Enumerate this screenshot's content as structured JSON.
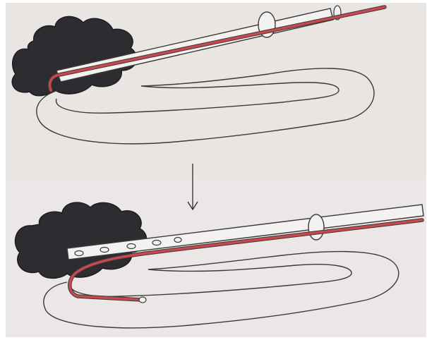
{
  "figure": {
    "panels": [
      {
        "id": "step-1",
        "elements": [
          "dark-mass",
          "bowel-loop",
          "outer-tube",
          "inner-red-catheter",
          "tube-collar-ring"
        ]
      },
      {
        "id": "step-2",
        "elements": [
          "dark-mass",
          "bowel-loop",
          "perforated-tube",
          "red-catheter-curved",
          "tube-collar-ring"
        ],
        "side_holes_visible": 5
      }
    ],
    "arrow": {
      "direction": "down"
    },
    "colors": {
      "background": "#e9e5e3",
      "mass": "#2d2c31",
      "catheter": "#c8484f",
      "outline": "#3a3a3a",
      "tube_fill": "#f4f2f1"
    }
  }
}
